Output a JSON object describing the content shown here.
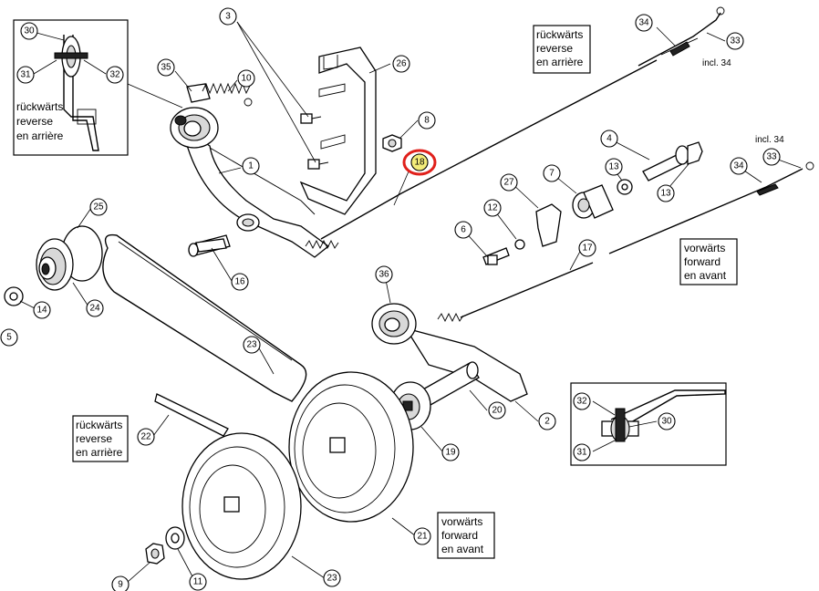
{
  "callouts": [
    {
      "id": "c30a",
      "num": "30",
      "highlight": false
    },
    {
      "id": "c31a",
      "num": "31",
      "highlight": false
    },
    {
      "id": "c32a",
      "num": "32",
      "highlight": false
    },
    {
      "id": "c3",
      "num": "3",
      "highlight": false
    },
    {
      "id": "c35",
      "num": "35",
      "highlight": false
    },
    {
      "id": "c10",
      "num": "10",
      "highlight": false
    },
    {
      "id": "c26",
      "num": "26",
      "highlight": false
    },
    {
      "id": "c8",
      "num": "8",
      "highlight": false
    },
    {
      "id": "c18",
      "num": "18",
      "highlight": true
    },
    {
      "id": "c1",
      "num": "1",
      "highlight": false
    },
    {
      "id": "c34a",
      "num": "34",
      "highlight": false
    },
    {
      "id": "c33a",
      "num": "33",
      "highlight": false
    },
    {
      "id": "c4",
      "num": "4",
      "highlight": false
    },
    {
      "id": "c7",
      "num": "7",
      "highlight": false
    },
    {
      "id": "c13a",
      "num": "13",
      "highlight": false
    },
    {
      "id": "c13b",
      "num": "13",
      "highlight": false
    },
    {
      "id": "c27",
      "num": "27",
      "highlight": false
    },
    {
      "id": "c12",
      "num": "12",
      "highlight": false
    },
    {
      "id": "c6",
      "num": "6",
      "highlight": false
    },
    {
      "id": "c34b",
      "num": "34",
      "highlight": false
    },
    {
      "id": "c33b",
      "num": "33",
      "highlight": false
    },
    {
      "id": "c25",
      "num": "25",
      "highlight": false
    },
    {
      "id": "c16",
      "num": "16",
      "highlight": false
    },
    {
      "id": "c17",
      "num": "17",
      "highlight": false
    },
    {
      "id": "c14",
      "num": "14",
      "highlight": false
    },
    {
      "id": "c24",
      "num": "24",
      "highlight": false
    },
    {
      "id": "c5",
      "num": "5",
      "highlight": false
    },
    {
      "id": "c36",
      "num": "36",
      "highlight": false
    },
    {
      "id": "c23a",
      "num": "23",
      "highlight": false
    },
    {
      "id": "c20",
      "num": "20",
      "highlight": false
    },
    {
      "id": "c2",
      "num": "2",
      "highlight": false
    },
    {
      "id": "c32b",
      "num": "32",
      "highlight": false
    },
    {
      "id": "c30b",
      "num": "30",
      "highlight": false
    },
    {
      "id": "c31b",
      "num": "31",
      "highlight": false
    },
    {
      "id": "c19",
      "num": "19",
      "highlight": false
    },
    {
      "id": "c22",
      "num": "22",
      "highlight": false
    },
    {
      "id": "c21",
      "num": "21",
      "highlight": false
    },
    {
      "id": "c23b",
      "num": "23",
      "highlight": false
    },
    {
      "id": "c9",
      "num": "9",
      "highlight": false
    },
    {
      "id": "c11",
      "num": "11",
      "highlight": false
    }
  ],
  "labels": {
    "reverse_top_box": [
      "rückwärts",
      "reverse",
      "en arrière"
    ],
    "reverse_inset": [
      "rückwärts",
      "reverse",
      "en arrière"
    ],
    "forward_right": [
      "vorwärts",
      "forward",
      "en avant"
    ],
    "reverse_lower_left": [
      "rückwärts",
      "reverse",
      "en arrière"
    ],
    "forward_bottom": [
      "vorwärts",
      "forward",
      "en avant"
    ],
    "incl_34_a": "incl. 34",
    "incl_34_b": "incl. 34"
  },
  "colors": {
    "highlight_ring": "#e0201b",
    "highlight_fill": "#f3ec7a",
    "line": "#000000"
  }
}
